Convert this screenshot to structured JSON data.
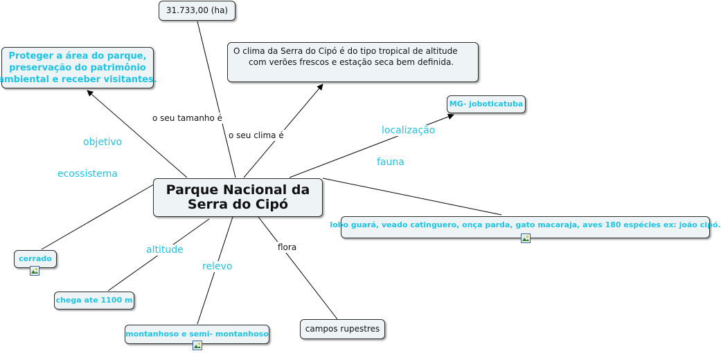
{
  "central": {
    "line1": "Parque Nacional da",
    "line2": "Serra do Cipó"
  },
  "nodes": {
    "size": "31.733,00 (ha)",
    "climate": {
      "line1": "O clima da Serra do Cipó é do tipo tropical de altitude",
      "line2": "com verões frescos e estação seca bem definida."
    },
    "objective": {
      "line1": "Proteger a área do parque,",
      "line2": "preservação do patrimônio",
      "line3": "ambiental e receber visitantes."
    },
    "location": "MG- joboticatuba",
    "fauna": "lobo guará, veado catinguero, onça parda, gato macaraja, aves 180 espécies ex: joão cipó.",
    "ecosystem": "cerrado",
    "altitude": "chega ate 1100 m",
    "relief": "montanhoso e semi- montanhoso",
    "flora": "campos rupestres"
  },
  "links": {
    "size": "o seu tamanho é",
    "climate": "o seu clima é",
    "objective": "objetivo",
    "location": "localização",
    "fauna": "fauna",
    "ecosystem": "ecossistema",
    "altitude": "altitude",
    "relief": "relevo",
    "flora": "flora"
  },
  "colors": {
    "accent_text": "#1ec4e6",
    "node_fill": "#eef4f6",
    "node_border": "#2b2b2b",
    "line": "#000000"
  },
  "icons": {
    "image": "image-icon"
  }
}
